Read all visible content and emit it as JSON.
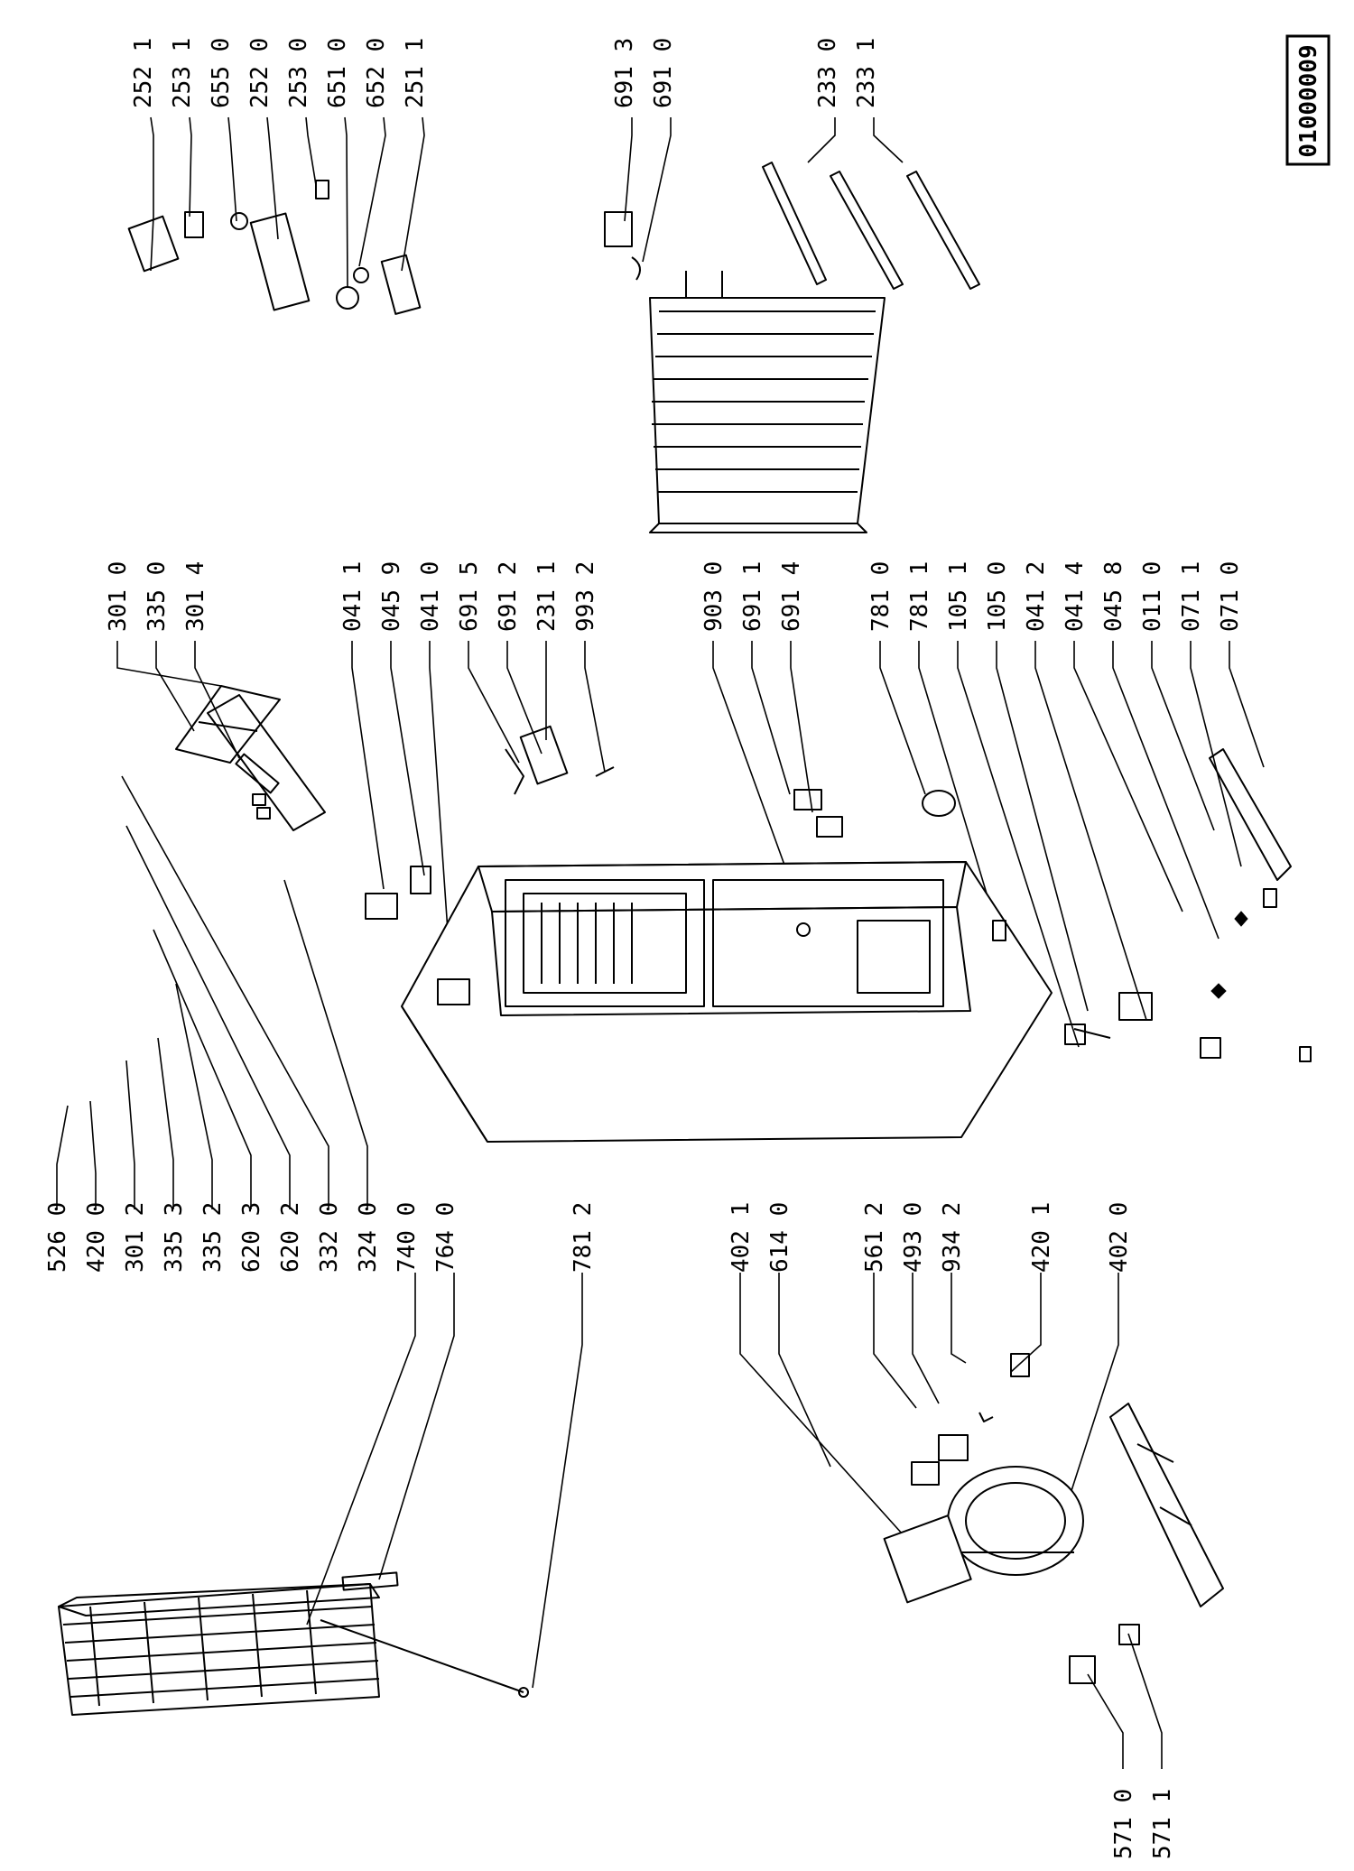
{
  "drawing_code": "01000009",
  "label_groups": [
    {
      "id": "top-right",
      "items": [
        {
          "ref": "252",
          "sub": "1"
        },
        {
          "ref": "253",
          "sub": "1"
        },
        {
          "ref": "655",
          "sub": "0"
        },
        {
          "ref": "252",
          "sub": "0"
        },
        {
          "ref": "253",
          "sub": "0"
        },
        {
          "ref": "651",
          "sub": "0"
        },
        {
          "ref": "652",
          "sub": "0"
        },
        {
          "ref": "251",
          "sub": "1"
        }
      ]
    },
    {
      "id": "top-far-right",
      "items": [
        {
          "ref": "691",
          "sub": "3"
        },
        {
          "ref": "691",
          "sub": "0"
        }
      ]
    },
    {
      "id": "shelf-rails",
      "items": [
        {
          "ref": "233",
          "sub": "0"
        },
        {
          "ref": "233",
          "sub": "1"
        }
      ]
    },
    {
      "id": "center-top",
      "items": [
        {
          "ref": "301",
          "sub": "0"
        },
        {
          "ref": "335",
          "sub": "0"
        },
        {
          "ref": "301",
          "sub": "4"
        },
        {
          "ref": "041",
          "sub": "1"
        },
        {
          "ref": "045",
          "sub": "9"
        },
        {
          "ref": "041",
          "sub": "0"
        },
        {
          "ref": "691",
          "sub": "5"
        },
        {
          "ref": "691",
          "sub": "2"
        },
        {
          "ref": "231",
          "sub": "1"
        },
        {
          "ref": "993",
          "sub": "2"
        },
        {
          "ref": "903",
          "sub": "0"
        },
        {
          "ref": "691",
          "sub": "1"
        },
        {
          "ref": "691",
          "sub": "4"
        },
        {
          "ref": "781",
          "sub": "0"
        },
        {
          "ref": "781",
          "sub": "1"
        },
        {
          "ref": "105",
          "sub": "1"
        },
        {
          "ref": "105",
          "sub": "0"
        },
        {
          "ref": "041",
          "sub": "2"
        },
        {
          "ref": "041",
          "sub": "4"
        },
        {
          "ref": "045",
          "sub": "8"
        },
        {
          "ref": "011",
          "sub": "0"
        },
        {
          "ref": "071",
          "sub": "1"
        },
        {
          "ref": "071",
          "sub": "0"
        }
      ]
    },
    {
      "id": "center-bottom",
      "items": [
        {
          "ref": "526",
          "sub": "0"
        },
        {
          "ref": "420",
          "sub": "0"
        },
        {
          "ref": "301",
          "sub": "2"
        },
        {
          "ref": "335",
          "sub": "3"
        },
        {
          "ref": "335",
          "sub": "2"
        },
        {
          "ref": "620",
          "sub": "3"
        },
        {
          "ref": "620",
          "sub": "2"
        },
        {
          "ref": "332",
          "sub": "0"
        },
        {
          "ref": "324",
          "sub": "0"
        },
        {
          "ref": "740",
          "sub": "0"
        },
        {
          "ref": "764",
          "sub": "0"
        },
        {
          "ref": "781",
          "sub": "2"
        },
        {
          "ref": "402",
          "sub": "1"
        },
        {
          "ref": "614",
          "sub": "0"
        },
        {
          "ref": "561",
          "sub": "2"
        },
        {
          "ref": "493",
          "sub": "0"
        },
        {
          "ref": "934",
          "sub": "2"
        },
        {
          "ref": "420",
          "sub": "1"
        },
        {
          "ref": "402",
          "sub": "0"
        }
      ]
    },
    {
      "id": "bottom-left",
      "items": [
        {
          "ref": "571",
          "sub": "0"
        },
        {
          "ref": "571",
          "sub": "1"
        }
      ]
    }
  ]
}
